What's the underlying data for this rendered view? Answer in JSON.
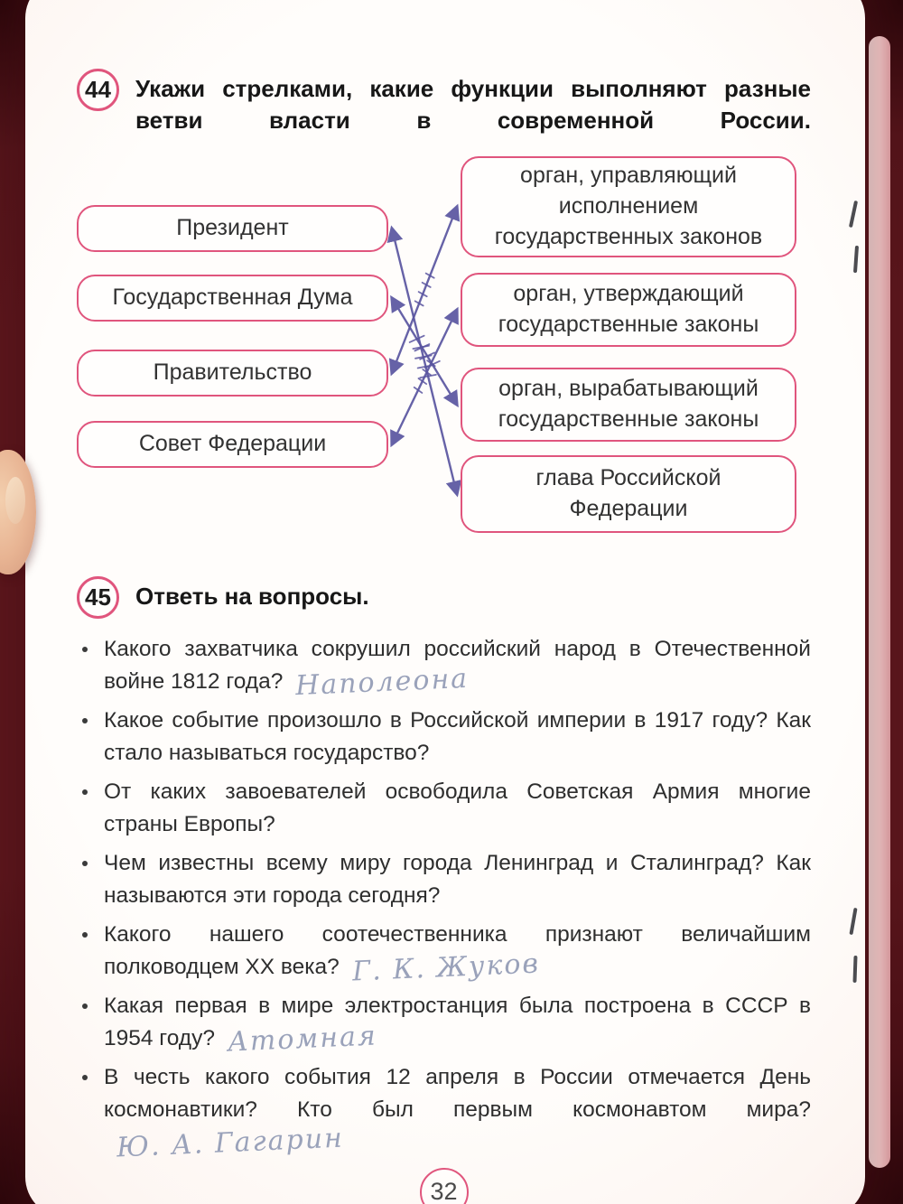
{
  "page": {
    "number": "32"
  },
  "colors": {
    "box_border": "#e0557d",
    "pen": "#5a55a0",
    "print": "#2e2e2e",
    "hand": "#9aa2ba"
  },
  "task44": {
    "number": "44",
    "title": "Укажи стрелками, какие функции выполняют разные ветви власти в современной России.",
    "left_boxes": [
      "Президент",
      "Государственная Дума",
      "Правительство",
      "Совет Федерации"
    ],
    "right_boxes": [
      "орган, управляющий исполнением государственных законов",
      "орган, утверждающий государственные законы",
      "орган, вырабатывающий государственные законы",
      "глава Российской Федерации"
    ],
    "connections": [
      {
        "from": 0,
        "to": 3
      },
      {
        "from": 1,
        "to": 2
      },
      {
        "from": 2,
        "to": 0
      },
      {
        "from": 3,
        "to": 1
      }
    ]
  },
  "task45": {
    "number": "45",
    "title": "Ответь на вопросы.",
    "questions": [
      {
        "text": "Какого захватчика сокрушил российский народ в Отечественной войне 1812 года?",
        "answer": "Наполеона"
      },
      {
        "text": "Какое событие произошло в Российской империи в 1917 году? Как стало называться государство?",
        "answer": ""
      },
      {
        "text": "От каких завоевателей освободила Советская Армия многие страны Европы?",
        "answer": ""
      },
      {
        "text": "Чем известны всему миру города Ленинград и Сталинград? Как называются эти города сегодня?",
        "answer": ""
      },
      {
        "text": "Какого нашего соотечественника признают величайшим полководцем XX века?",
        "answer": "Г. К. Жуков"
      },
      {
        "text": "Какая первая в мире электростанция была построена в СССР в 1954 году?",
        "answer": "Атомная"
      },
      {
        "text": "В честь какого события 12 апреля в России отмечается День космонавтики? Кто был первым космонавтом мира?",
        "answer": "Ю. А. Гагарин"
      }
    ]
  }
}
